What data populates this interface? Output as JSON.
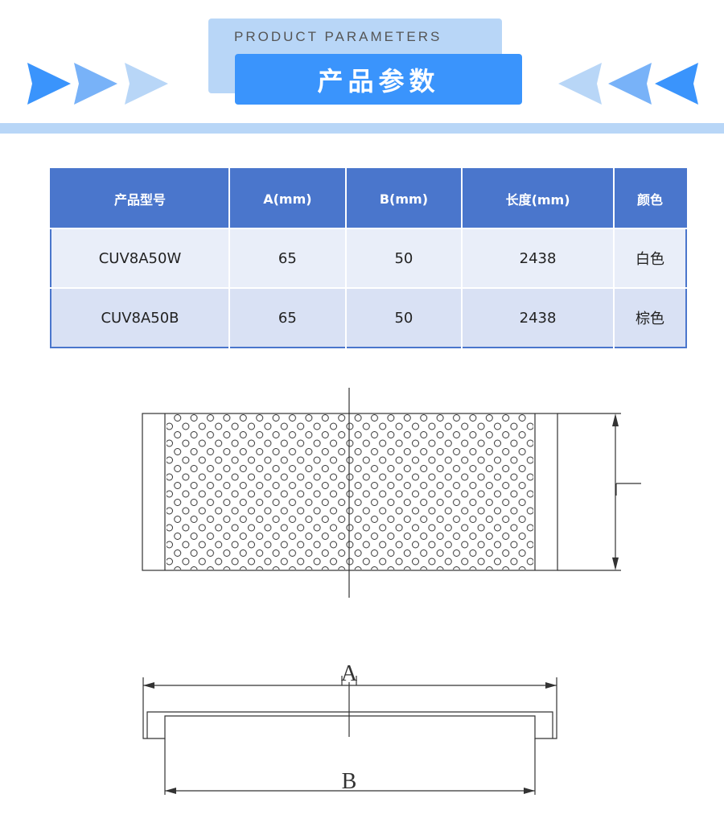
{
  "header": {
    "subtitle": "PRODUCT PARAMETERS",
    "title": "产品参数"
  },
  "colors": {
    "accent": "#3a94fc",
    "light": "#b8d6f7",
    "table_header": "#4a76cc"
  },
  "table": {
    "columns": [
      "产品型号",
      "A(mm)",
      "B(mm)",
      "长度(mm)",
      "颜色"
    ],
    "rows": [
      [
        "CUV8A50W",
        "65",
        "50",
        "2438",
        "白色"
      ],
      [
        "CUV8A50B",
        "65",
        "50",
        "2438",
        "棕色"
      ]
    ]
  },
  "drawing": {
    "label_a": "A",
    "label_b": "B"
  }
}
